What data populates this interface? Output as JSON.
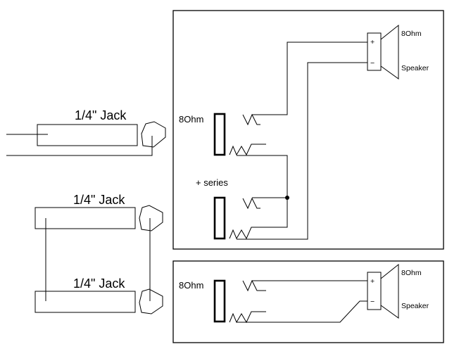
{
  "diagram": {
    "jacks": {
      "top_label": "1/4\" Jack",
      "middle_label": "1/4\" Jack",
      "bottom_label": "1/4\" Jack"
    },
    "upper_cabinet": {
      "resistor_label": "8Ohm",
      "series_label": "+ series",
      "speaker_impedance": "8Ohm",
      "speaker_label": "Speaker",
      "plus_label": "+",
      "minus_label": "−"
    },
    "lower_cabinet": {
      "resistor_label": "8Ohm",
      "speaker_impedance": "8Ohm",
      "speaker_label": "Speaker",
      "plus_label": "+",
      "minus_label": "−"
    }
  }
}
